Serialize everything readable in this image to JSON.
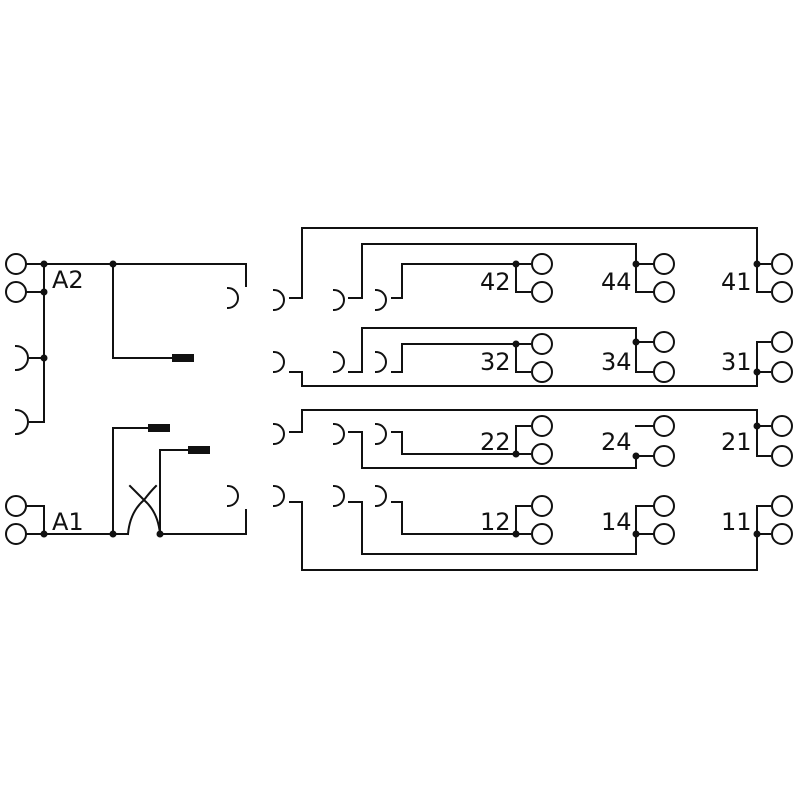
{
  "coil_labels": {
    "top": "A2",
    "bottom": "A1"
  },
  "contact_labels": {
    "row4": [
      "42",
      "44",
      "41"
    ],
    "row3": [
      "32",
      "34",
      "31"
    ],
    "row2": [
      "22",
      "24",
      "21"
    ],
    "row1": [
      "12",
      "14",
      "11"
    ]
  },
  "colors": {
    "line": "#111111",
    "background": "#ffffff"
  }
}
